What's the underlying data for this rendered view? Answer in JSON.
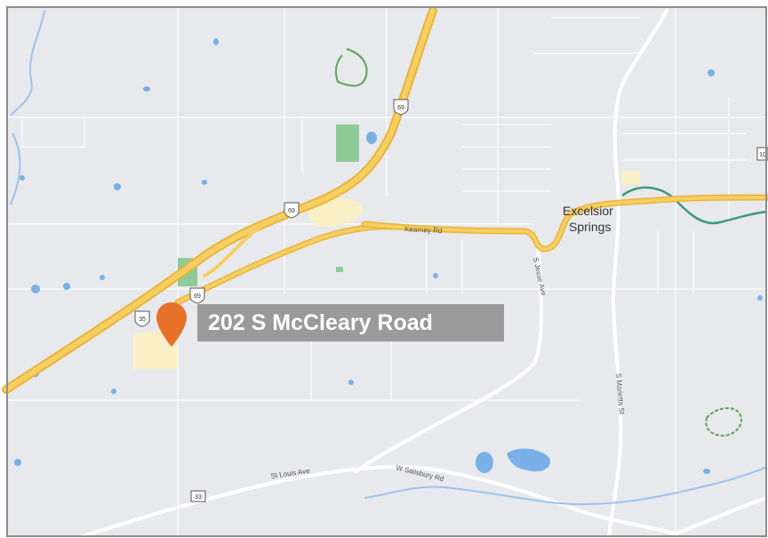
{
  "location": {
    "address": "202 S McCleary Road"
  },
  "places": {
    "city_line1": "Excelsior",
    "city_line2": "Springs"
  },
  "roads": {
    "kearney_rd": "Kearney Rd",
    "st_louis_ave": "St Louis Ave",
    "w_salisbury_rd": "W Salisbury Rd",
    "s_jesse_james": "S Jesse Ave",
    "s_marietta_st": "S Marietta St"
  },
  "shields": {
    "us69_north": "69",
    "mo10_top": "69",
    "mo10_mid": "69",
    "i35": "35",
    "mo10_bottom": "33",
    "edge": "10"
  },
  "colors": {
    "land": "#e8e9ec",
    "highway": "#f4c24a",
    "water": "#7ab0e8",
    "pin": "#e8712a",
    "callout": "#9a9a9a"
  }
}
